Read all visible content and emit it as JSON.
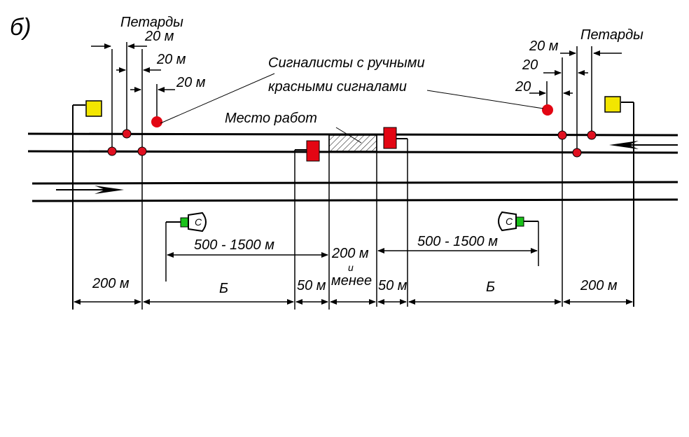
{
  "figure_label": "б)",
  "labels": {
    "petardy_left": "Петарды",
    "petardy_right": "Петарды",
    "signalmen": "Сигналисты с ручными",
    "signalmen_2": "красными сигналами",
    "work_site": "Место работ",
    "left_20_1": "20 м",
    "left_20_2": "20 м",
    "left_20_3": "20 м",
    "right_20_1": "20 м",
    "right_20_2": "20",
    "right_20_3": "20",
    "dist_left": "500 - 1500 м",
    "dist_right": "500 - 1500 м",
    "center_200": "200 м",
    "center_i": "и",
    "center_less": "менее",
    "dim_200_left": "200 м",
    "dim_B_left": "Б",
    "dim_50_left": "50 м",
    "dim_50_right": "50 м",
    "dim_B_right": "Б",
    "dim_200_right": "200 м",
    "sign_c_left": "С",
    "sign_c_right": "С"
  },
  "colors": {
    "line": "#000000",
    "signal_red": "#e30613",
    "petard_red": "#e01020",
    "yellow": "#f3e600",
    "green": "#19c219"
  },
  "icons": {
    "stop_signal": "red-rectangle-signal",
    "reduce_speed_signal": "yellow-square-signal",
    "petard": "red-dot",
    "signalman": "red-circle",
    "sign_c": "whistle-sign-c",
    "train_direction": "arrow"
  }
}
